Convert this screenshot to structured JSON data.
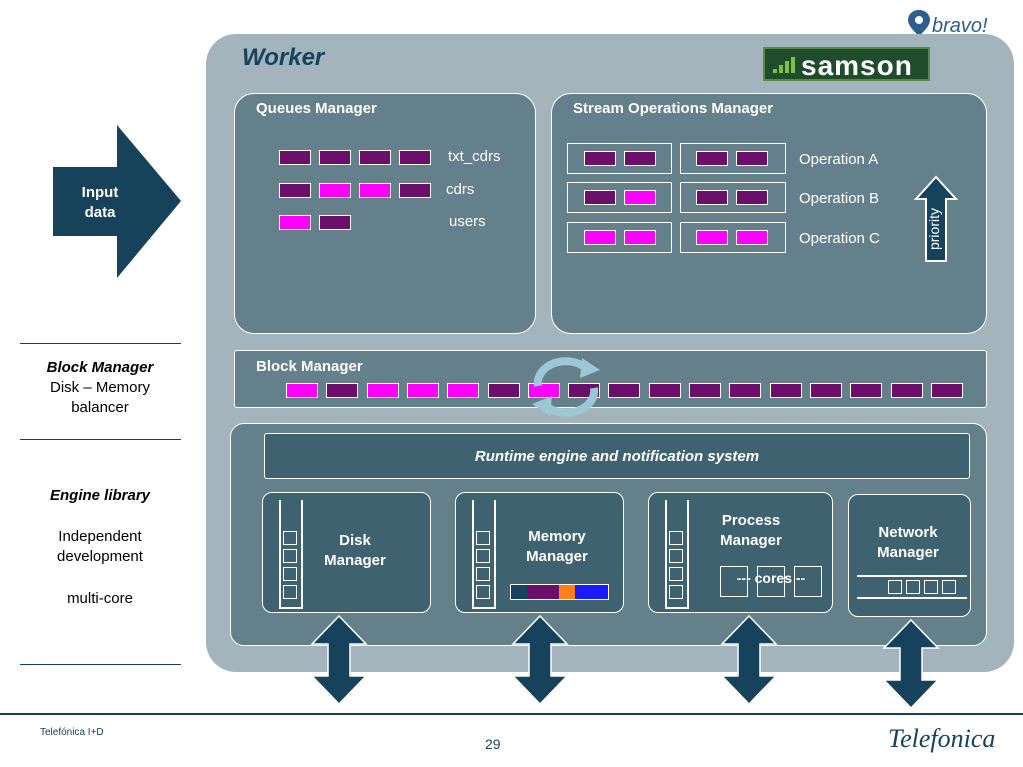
{
  "header": {
    "brand_small": "bravo!",
    "brand_main": "samson"
  },
  "worker": {
    "title": "Worker"
  },
  "input_arrow": {
    "label_line1": "Input",
    "label_line2": "data"
  },
  "left_notes": {
    "block_manager_title": "Block Manager",
    "block_manager_desc_1": "Disk – Memory",
    "block_manager_desc_2": "balancer",
    "engine_title": "Engine library",
    "engine_desc_1": "Independent",
    "engine_desc_2": "development",
    "engine_desc_3": "multi-core"
  },
  "queues_manager": {
    "title": "Queues Manager",
    "queues": [
      {
        "name": "txt_cdrs",
        "blocks": [
          "p",
          "p",
          "p",
          "p"
        ]
      },
      {
        "name": "cdrs",
        "blocks": [
          "p",
          "m",
          "m",
          "p"
        ]
      },
      {
        "name": "users",
        "blocks": [
          "m",
          "p"
        ]
      }
    ]
  },
  "stream_ops": {
    "title": "Stream Operations Manager",
    "operations": [
      {
        "name": "Operation A",
        "left": [
          "p",
          "p"
        ],
        "right": [
          "p",
          "p"
        ]
      },
      {
        "name": "Operation B",
        "left": [
          "p",
          "m"
        ],
        "right": [
          "p",
          "p"
        ]
      },
      {
        "name": "Operation C",
        "left": [
          "m",
          "m"
        ],
        "right": [
          "m",
          "m"
        ]
      }
    ],
    "priority_label": "priority"
  },
  "block_manager": {
    "title": "Block Manager",
    "blocks": [
      "m",
      "p",
      "m",
      "m",
      "m",
      "p",
      "m",
      "p",
      "p",
      "p",
      "p",
      "p",
      "p",
      "p",
      "p",
      "p",
      "p"
    ]
  },
  "engine": {
    "runtime_label": "Runtime engine and notification system",
    "disk_line1": "Disk",
    "disk_line2": "Manager",
    "memory_line1": "Memory",
    "memory_line2": "Manager",
    "process_line1": "Process",
    "process_line2": "Manager",
    "cores_label": "--- cores --",
    "network_line1": "Network",
    "network_line2": "Manager"
  },
  "footer": {
    "company": "Telefónica I+D",
    "page": "29",
    "logo": "Telefonica"
  },
  "colors": {
    "dark_teal": "#16425b",
    "panel": "#64808b",
    "purple_block": "#6b0f6b",
    "magenta_block": "#ff00ff"
  }
}
